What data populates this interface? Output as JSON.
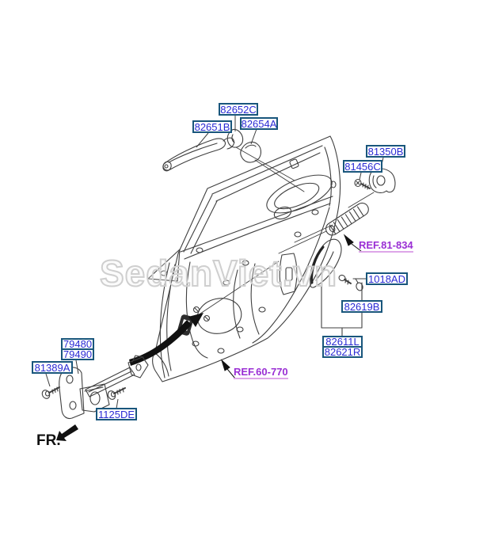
{
  "colors": {
    "label_border": "#19567c",
    "label_text": "#2a2ad4",
    "ref_text": "#9a2fd4",
    "ref_underline": "#dda6e8",
    "line_color": "#3f3f3f",
    "watermark_gray": "#cfcfcf",
    "arrow_black": "#111111"
  },
  "diagram": {
    "watermark": "SedanViet.vn",
    "direction_label": "FR."
  },
  "part_labels": [
    {
      "code": "82652C"
    },
    {
      "code": "82651B"
    },
    {
      "code": "82654A"
    },
    {
      "code": "81350B"
    },
    {
      "code": "81456C"
    },
    {
      "code": "1018AD"
    },
    {
      "code": "82619B"
    },
    {
      "code": "82611L"
    },
    {
      "code": "82621R"
    },
    {
      "code": "79480"
    },
    {
      "code": "79490"
    },
    {
      "code": "81389A"
    },
    {
      "code": "1125DE"
    }
  ],
  "ref_labels": [
    {
      "code": "REF.81-834"
    },
    {
      "code": "REF.60-770"
    }
  ]
}
